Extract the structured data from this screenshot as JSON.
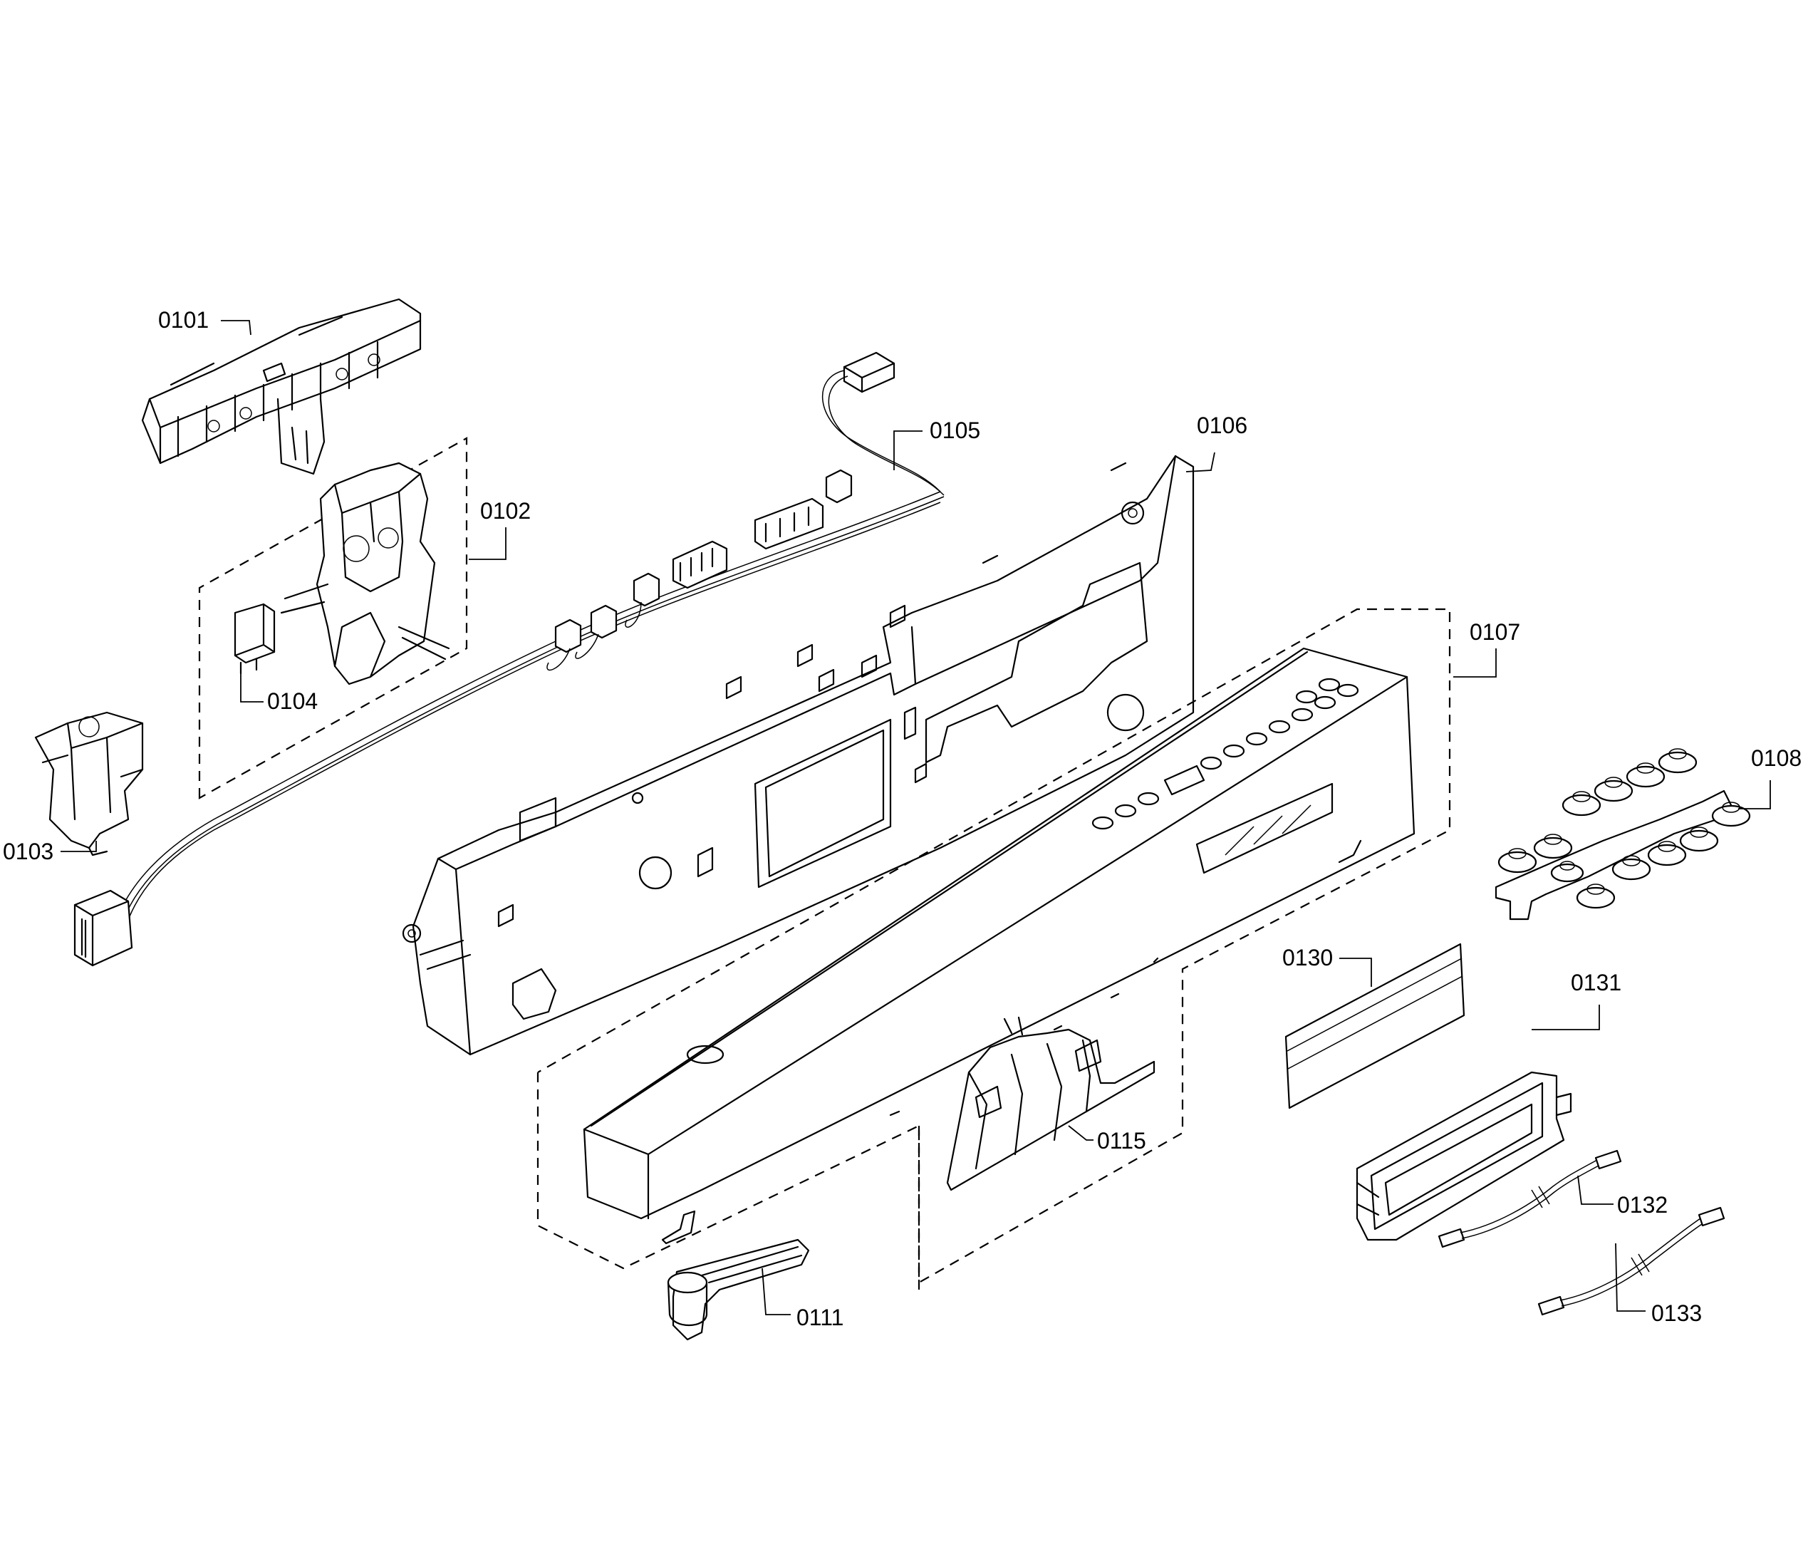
{
  "parts": [
    {
      "id": "p0101",
      "label": "0101"
    },
    {
      "id": "p0102",
      "label": "0102"
    },
    {
      "id": "p0103",
      "label": "0103"
    },
    {
      "id": "p0104",
      "label": "0104"
    },
    {
      "id": "p0105",
      "label": "0105"
    },
    {
      "id": "p0106",
      "label": "0106"
    },
    {
      "id": "p0107",
      "label": "0107"
    },
    {
      "id": "p0108",
      "label": "0108"
    },
    {
      "id": "p0111",
      "label": "0111"
    },
    {
      "id": "p0115",
      "label": "0115"
    },
    {
      "id": "p0130",
      "label": "0130"
    },
    {
      "id": "p0131",
      "label": "0131"
    },
    {
      "id": "p0132",
      "label": "0132"
    },
    {
      "id": "p0133",
      "label": "0133"
    }
  ]
}
